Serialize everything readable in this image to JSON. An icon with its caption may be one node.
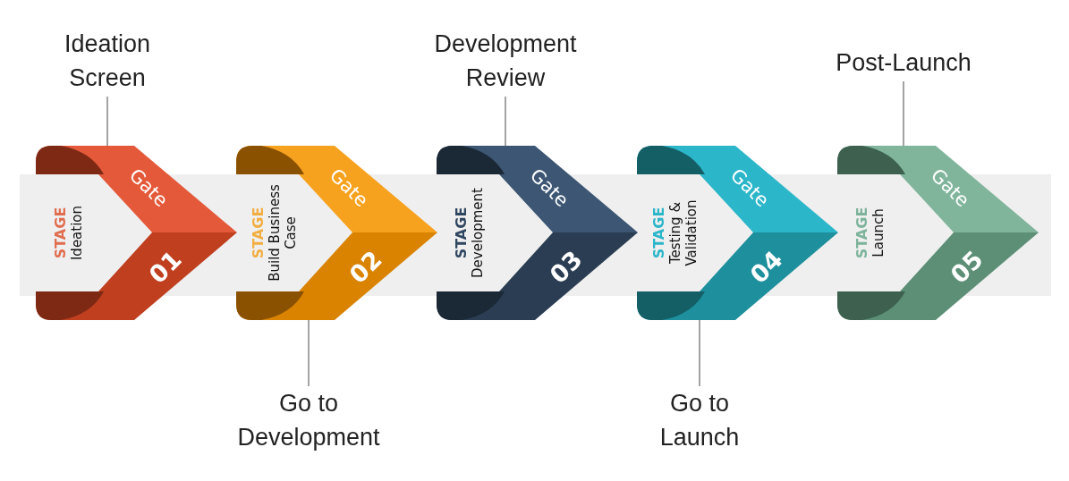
{
  "diagram": {
    "nodes": [
      {
        "text": [
          "STAGE",
          "Ideation",
          "Gate",
          "01"
        ]
      },
      {
        "text": [
          "STAGE",
          "Build Business Case",
          "Gate",
          "02"
        ]
      },
      {
        "text": [
          "STAGE",
          "Development",
          "Gate",
          "03"
        ]
      },
      {
        "text": [
          "STAGE",
          "Testing & Validation",
          "Gate",
          "04"
        ]
      },
      {
        "text": [
          "STAGE",
          "Launch",
          "Gate",
          "05"
        ]
      },
      {
        "text": [
          "Ideation Screen"
        ]
      },
      {
        "text": [
          "Go to Development"
        ]
      },
      {
        "text": [
          "Development Review"
        ]
      },
      {
        "text": [
          "Go to Launch"
        ]
      },
      {
        "text": [
          "Post-Launch"
        ]
      }
    ],
    "edges": [
      {
        "from": 5,
        "to": 0,
        "arrow": "none"
      },
      {
        "from": 6,
        "to": 1,
        "arrow": "none"
      },
      {
        "from": 7,
        "to": 2,
        "arrow": "none"
      },
      {
        "from": 8,
        "to": 3,
        "arrow": "none"
      },
      {
        "from": 9,
        "to": 4,
        "arrow": "none"
      }
    ]
  }
}
